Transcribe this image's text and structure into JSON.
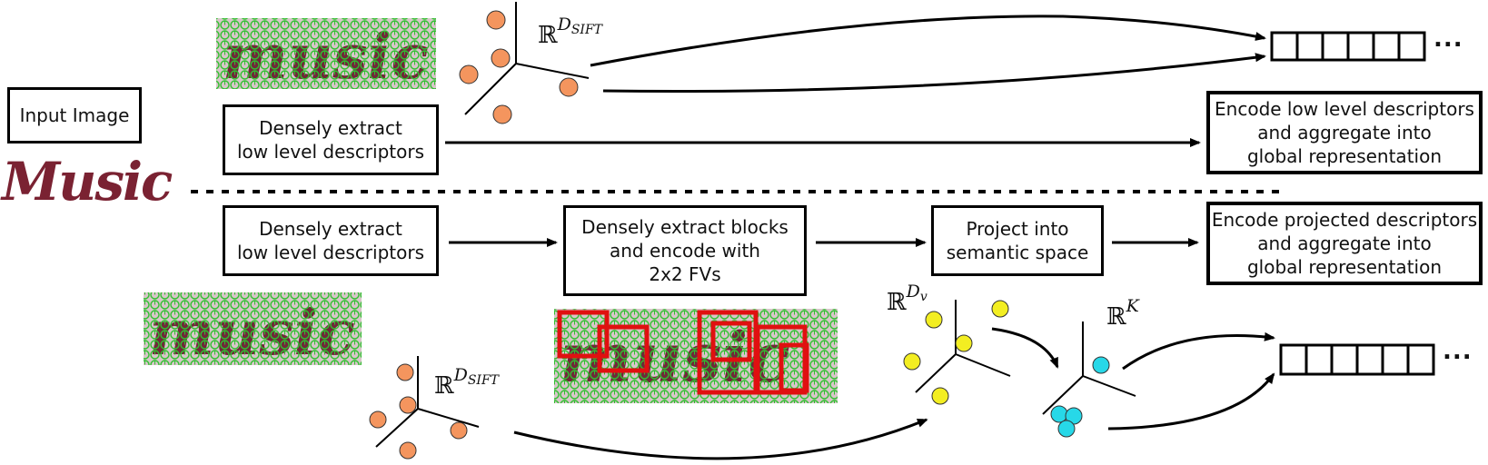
{
  "input_image_label": "Input Image",
  "input_word": "Music",
  "top_row": {
    "extract_box": "Densely extract\nlow level descriptors",
    "space_label_base": "ℝ",
    "space_label_sup": "D",
    "space_label_sub": "SIFT",
    "encode_box": "Encode low level descriptors\nand aggregate into\nglobal representation",
    "vector_ellipsis": "..."
  },
  "bottom_row": {
    "extract_box": "Densely extract\nlow level descriptors",
    "blocks_box": "Densely extract blocks\nand encode with\n2x2 FVs",
    "project_box": "Project into\nsemantic space",
    "encode_box": "Encode projected descriptors\nand aggregate into\nglobal representation",
    "sift_space_base": "ℝ",
    "sift_space_sup": "D",
    "sift_space_sub": "SIFT",
    "dv_space_base": "ℝ",
    "dv_space_sup": "D",
    "dv_space_sub": "v",
    "k_space_base": "ℝ",
    "k_space_sup": "K",
    "vector_ellipsis": "..."
  },
  "colors": {
    "sift_points": "#f4955e",
    "dv_points": "#f3ee22",
    "k_points": "#27d8e8",
    "grid_circles": "#33cc33",
    "blocks": "#e01010",
    "word": "#7a2232"
  }
}
